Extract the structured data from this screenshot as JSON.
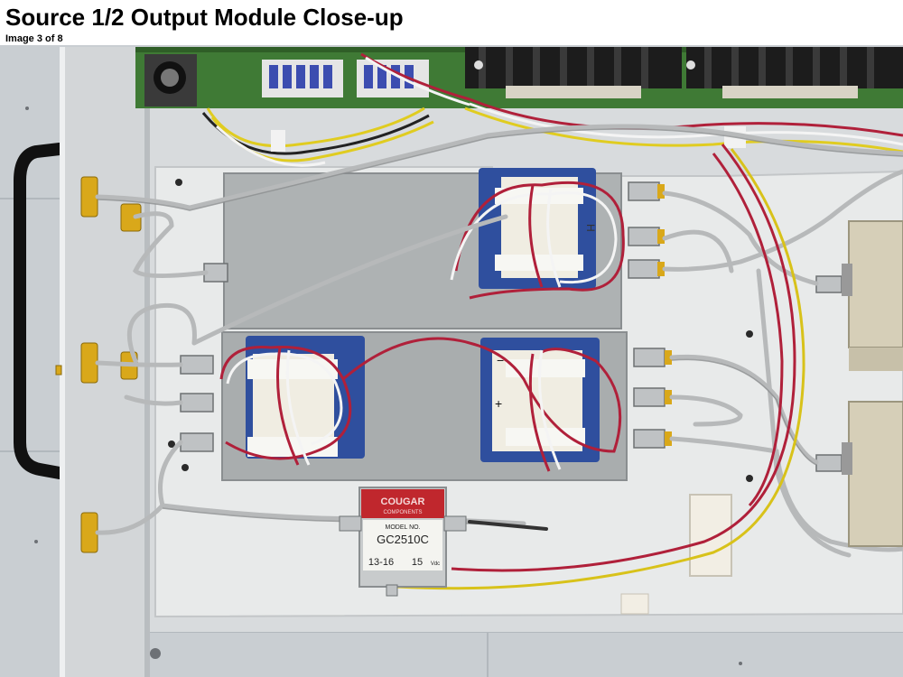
{
  "header": {
    "title": "Source 1/2 Output Module Close-up",
    "counter": "Image 3 of 8"
  },
  "photo": {
    "subject": "RF output module with coaxial relays, cables and amplifier",
    "amplifier_label": {
      "brand": "COUGAR",
      "brand_sub": "COMPONENTS",
      "model_caption": "MODEL NO.",
      "model": "GC2510C",
      "freq": "13-16",
      "power": "15",
      "power_unit": "Vdc"
    },
    "relay_marks": {
      "minus": "−",
      "plus": "+",
      "h_mark": "H"
    },
    "colors": {
      "floor": "#c9ced2",
      "panel": "#d6d9db",
      "plate": "#e9ebeb",
      "relay_body": "#2f4f9e",
      "relay_face": "#f0ede2",
      "pcb": "#3f7a35",
      "heatsink": "#1c1c1c",
      "coax": "#b7b9ba",
      "sma_gold": "#d9a81a",
      "wire_red": "#b0203a",
      "wire_yellow": "#d8c21a",
      "amplifier_tag": "#c0272d"
    }
  }
}
